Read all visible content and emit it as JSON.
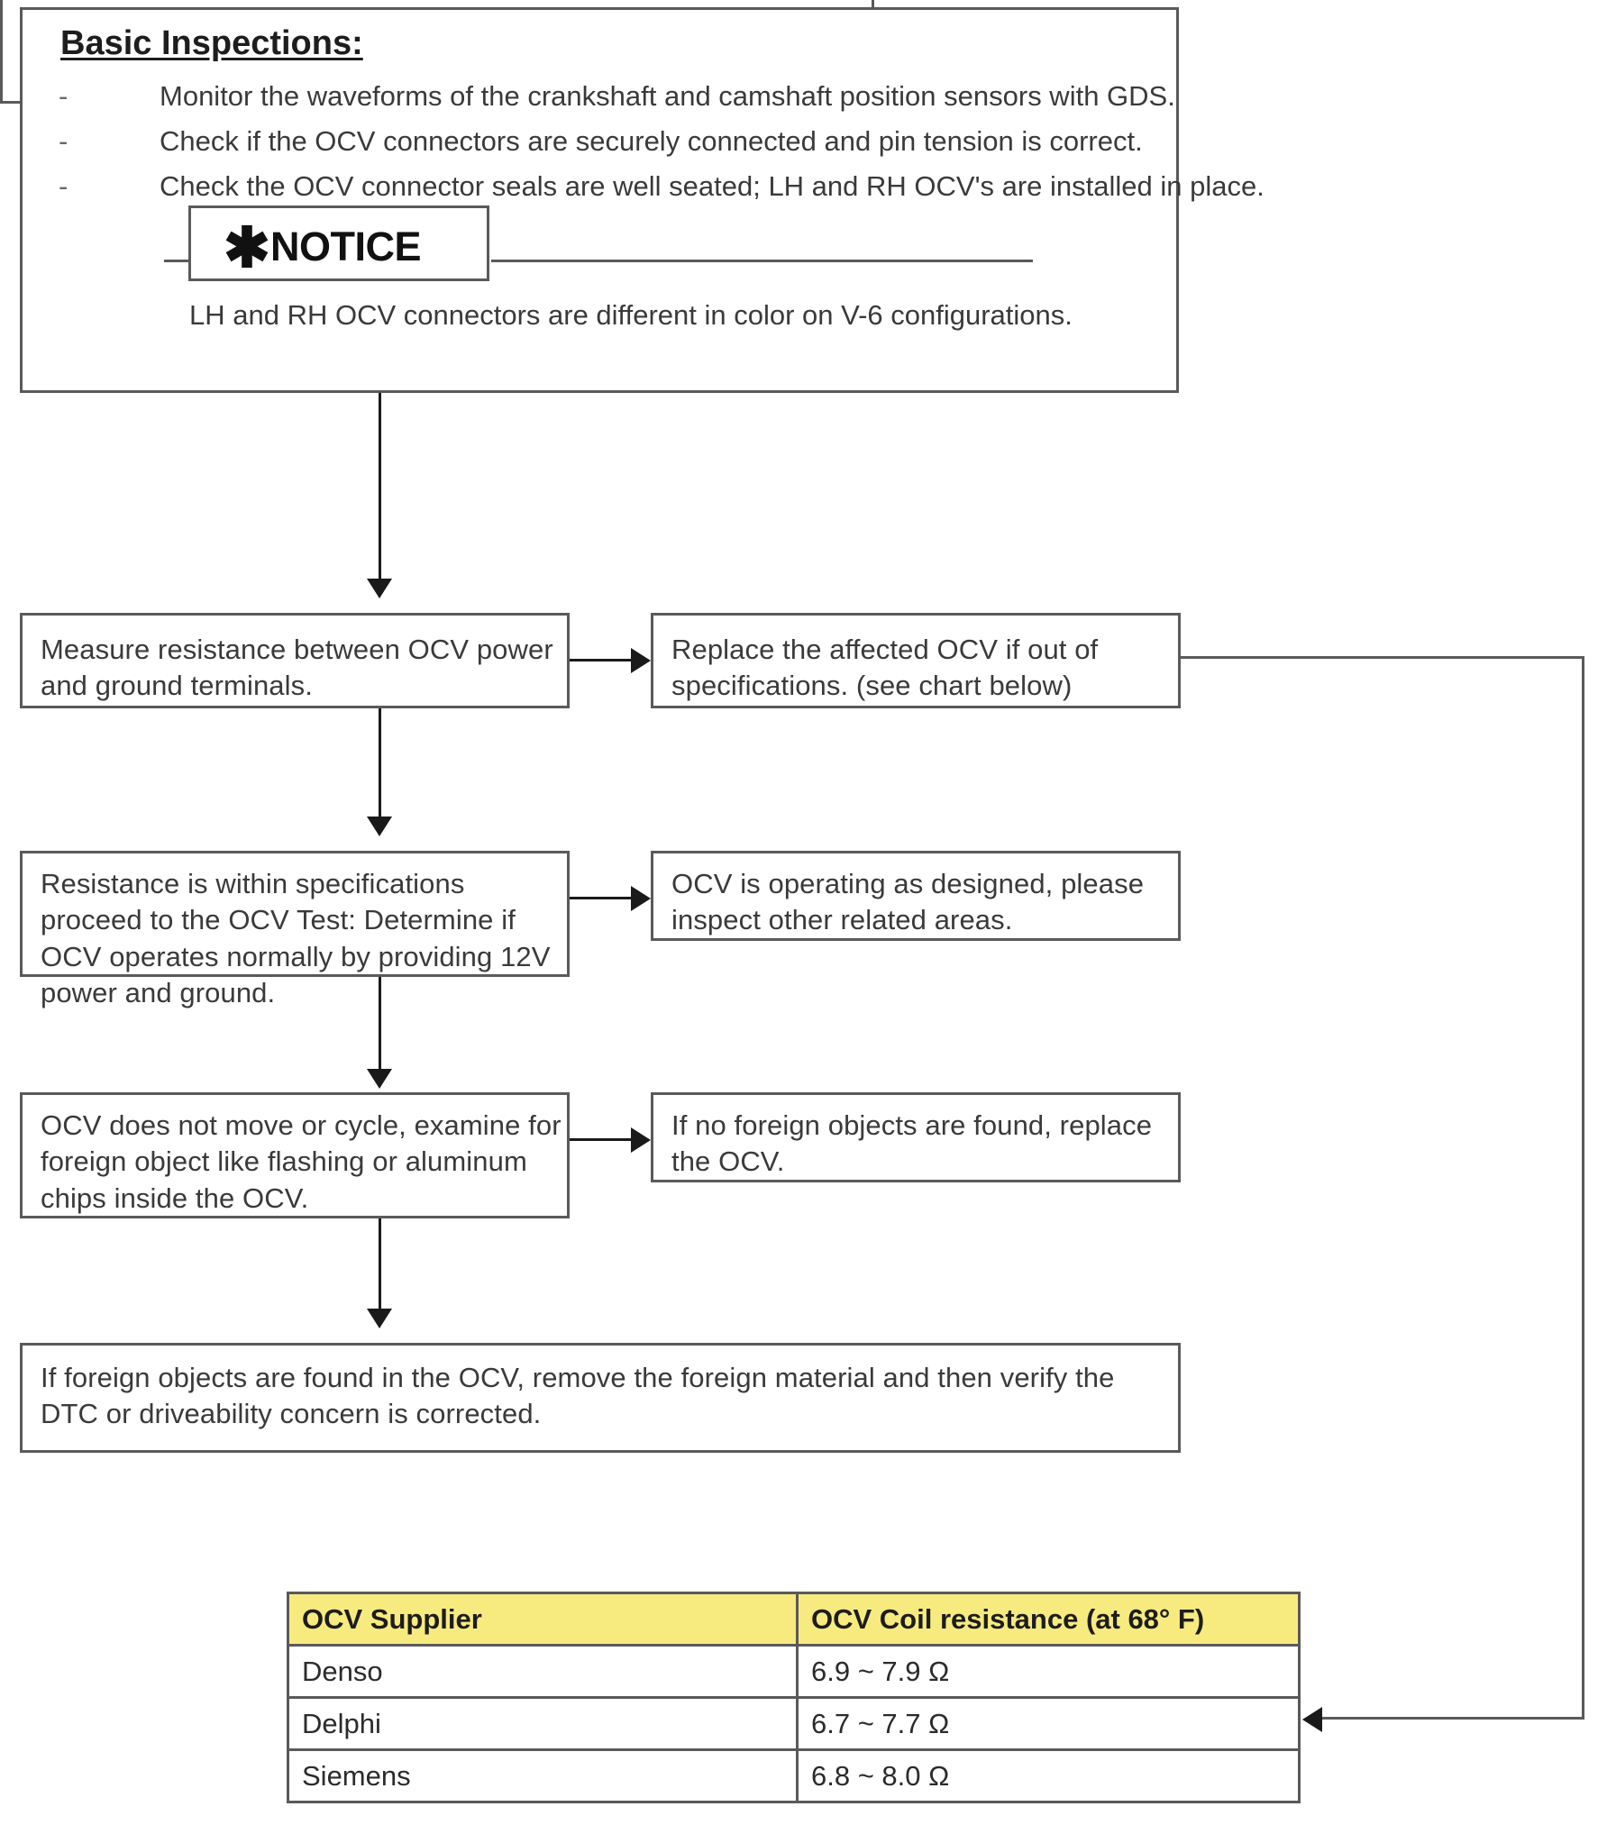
{
  "header": {
    "title": "Basic Inspections:",
    "bullet_marker": "-",
    "bullets": [
      "Monitor the waveforms of the crankshaft and camshaft position sensors with GDS.",
      "Check if the OCV connectors are securely connected and pin tension is correct.",
      "Check the OCV connector seals are well seated; LH and RH OCV's are installed in place."
    ]
  },
  "notice": {
    "asterisk_glyph": "✱",
    "label": "NOTICE",
    "body": "LH and RH OCV connectors are different in color on V-6 configurations."
  },
  "flow": {
    "left": [
      "Measure resistance between OCV power and ground terminals.",
      "Resistance is within specifications proceed to the OCV Test: Determine if OCV operates normally by providing 12V power and ground.",
      "OCV does not move or cycle, examine for foreign object like flashing or aluminum chips inside the OCV."
    ],
    "right": [
      "Replace the affected OCV if out of specifications. (see chart below)",
      "OCV is operating as designed, please inspect other related areas.",
      "If no foreign objects are found, replace the OCV."
    ],
    "bottom": "If foreign objects are found in the OCV, remove the foreign material and then verify the DTC or driveability concern is corrected."
  },
  "spec_table": {
    "header_fill": "#f7eb80",
    "columns": [
      "OCV Supplier",
      "OCV Coil resistance (at 68° F)"
    ],
    "rows": [
      [
        "Denso",
        "6.9 ~ 7.9 Ω"
      ],
      [
        "Delphi",
        "6.7 ~ 7.7 Ω"
      ],
      [
        "Siemens",
        "6.8 ~ 8.0 Ω"
      ]
    ]
  }
}
